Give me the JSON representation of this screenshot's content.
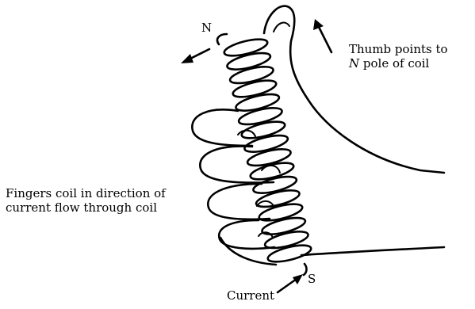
{
  "poles": {
    "north": "N",
    "south": "S"
  },
  "labels": {
    "thumb_line1": "Thumb points to",
    "thumb_line2_pole": "N",
    "thumb_line2_rest": " pole of coil",
    "fingers_line1": "Fingers coil in direction of",
    "fingers_line2": "current flow through coil",
    "current": "Current"
  },
  "colors": {
    "ink": "#000000",
    "background": "#ffffff"
  }
}
